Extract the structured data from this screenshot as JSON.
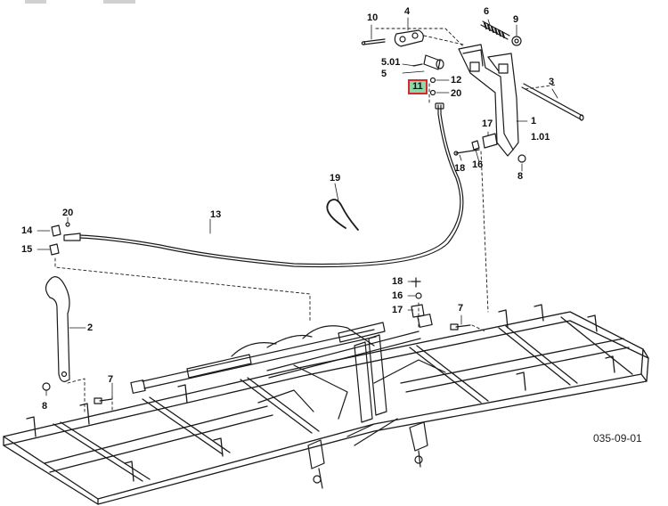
{
  "colors": {
    "line": "#1a1a1a",
    "background": "#ffffff",
    "highlight_fill": "#8fd6a8",
    "highlight_border": "#d42a2a"
  },
  "callouts": [
    {
      "id": "c-10",
      "label": "10"
    },
    {
      "id": "c-4",
      "label": "4"
    },
    {
      "id": "c-6",
      "label": "6"
    },
    {
      "id": "c-9",
      "label": "9"
    },
    {
      "id": "c-501",
      "label": "5.01"
    },
    {
      "id": "c-5",
      "label": "5"
    },
    {
      "id": "c-12",
      "label": "12"
    },
    {
      "id": "c-11",
      "label": "11",
      "highlighted": true
    },
    {
      "id": "c-20a",
      "label": "20"
    },
    {
      "id": "c-3",
      "label": "3"
    },
    {
      "id": "c-17a",
      "label": "17"
    },
    {
      "id": "c-1",
      "label": "1"
    },
    {
      "id": "c-101",
      "label": "1.01"
    },
    {
      "id": "c-18a",
      "label": "18"
    },
    {
      "id": "c-16a",
      "label": "16"
    },
    {
      "id": "c-8a",
      "label": "8"
    },
    {
      "id": "c-19",
      "label": "19"
    },
    {
      "id": "c-20b",
      "label": "20"
    },
    {
      "id": "c-13",
      "label": "13"
    },
    {
      "id": "c-14",
      "label": "14"
    },
    {
      "id": "c-15",
      "label": "15"
    },
    {
      "id": "c-18b",
      "label": "18"
    },
    {
      "id": "c-16b",
      "label": "16"
    },
    {
      "id": "c-17b",
      "label": "17"
    },
    {
      "id": "c-7a",
      "label": "7"
    },
    {
      "id": "c-2",
      "label": "2"
    },
    {
      "id": "c-7b",
      "label": "7"
    },
    {
      "id": "c-8b",
      "label": "8"
    }
  ],
  "reference": "035-09-01"
}
